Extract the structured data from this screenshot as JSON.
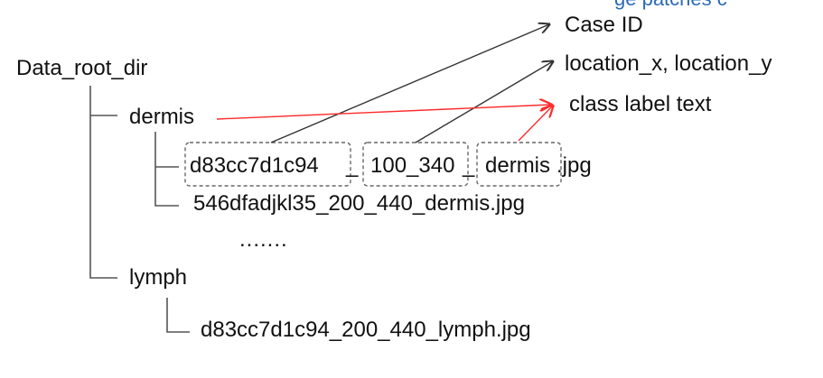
{
  "top_clip_text": "ge patches c",
  "tree": {
    "root": "Data_root_dir",
    "folders": [
      {
        "name": "dermis"
      },
      {
        "name": "lymph"
      }
    ],
    "files": {
      "dermis_file1_parts": [
        "d83cc7d1c94",
        "_",
        "100_340",
        "_",
        "dermis",
        ".jpg"
      ],
      "dermis_file2": "546dfadjkl35_200_440_dermis.jpg",
      "ellipsis": ".......",
      "lymph_file1": "d83cc7d1c94_200_440_lymph.jpg"
    }
  },
  "annotations": {
    "case_id": "Case ID",
    "location": "location_x, location_y",
    "class_label": "class label text"
  },
  "colors": {
    "black_arrow": "#333333",
    "red_arrow": "#ff2a2a",
    "tree_line": "#555555",
    "dashed_box": "#666666",
    "clip_text": "#2a6ab8"
  }
}
